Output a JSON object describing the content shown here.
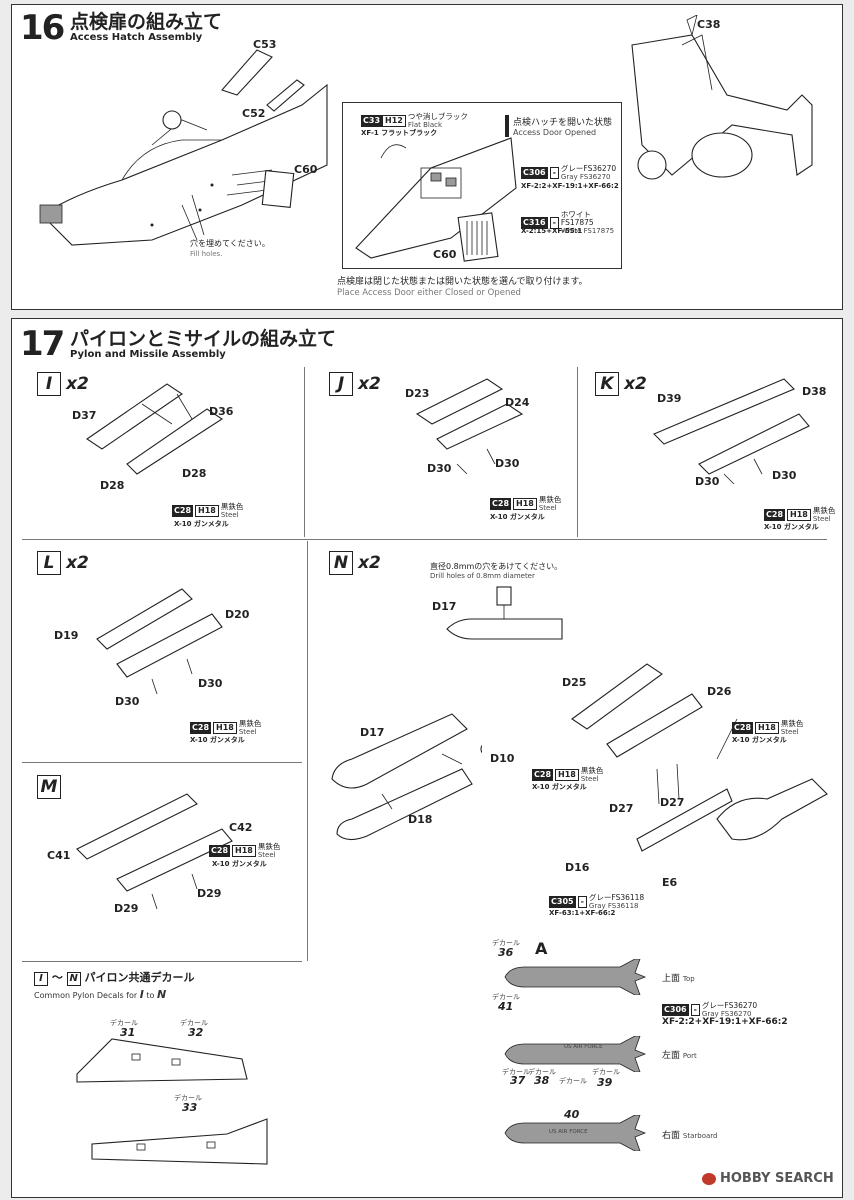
{
  "step16": {
    "number": "16",
    "title_jp": "点検扉の組み立て",
    "title_en": "Access Hatch Assembly",
    "parts": {
      "c53": "C53",
      "c52": "C52",
      "c60": "C60",
      "c60b": "C60",
      "c38": "C38"
    },
    "fill_jp": "穴を埋めてください。",
    "fill_en": "Fill holes.",
    "opened_jp": "点検ハッチを開いた状態",
    "opened_en": "Access Door Opened",
    "c33": {
      "code": "C33",
      "paint": "H12",
      "jp": "つや消しブラック",
      "en": "Flat Black",
      "mix": "XF-1 フラットブラック"
    },
    "c306": {
      "code": "C306",
      "paint": "-",
      "jp": "グレーFS36270",
      "en": "Gray FS36270",
      "mix": "XF-2:2+XF-19:1+XF-66:2"
    },
    "c316": {
      "code": "C316",
      "paint": "-",
      "jp": "ホワイトFS17875",
      "en": "White FS17875",
      "mix": "X-2:15+XF-55:1"
    },
    "place_jp": "点検扉は閉じた状態または開いた状態を選んで取り付けます。",
    "place_en": "Place Access Door either Closed or Opened"
  },
  "step17": {
    "number": "17",
    "title_jp": "パイロンとミサイルの組み立て",
    "title_en": "Pylon and Missile Assembly",
    "steel": {
      "code": "C28",
      "paint": "H18",
      "jp": "黒鉄色",
      "en": "Steel",
      "mix": "X-10 ガンメタル"
    },
    "I": {
      "letter": "I",
      "mult": "x2",
      "a": "D37",
      "b": "D36",
      "c": "D28",
      "d": "D28"
    },
    "J": {
      "letter": "J",
      "mult": "x2",
      "a": "D23",
      "b": "D24",
      "c": "D30",
      "d": "D30"
    },
    "K": {
      "letter": "K",
      "mult": "x2",
      "a": "D39",
      "b": "D38",
      "c": "D30",
      "d": "D30"
    },
    "L": {
      "letter": "L",
      "mult": "x2",
      "a": "D19",
      "b": "D20",
      "c": "D30",
      "d": "D30"
    },
    "M": {
      "letter": "M",
      "a": "C41",
      "b": "C42",
      "c": "D29",
      "d": "D29"
    },
    "N": {
      "letter": "N",
      "mult": "x2",
      "drill_jp": "直径0.8mmの穴をあけてください。",
      "drill_en": "Drill holes of 0.8mm diameter",
      "d17": "D17",
      "d17b": "D17",
      "d10": "D10",
      "d18": "D18",
      "d25": "D25",
      "d26": "D26",
      "d27a": "D27",
      "d27b": "D27",
      "d16": "D16",
      "e6": "E6",
      "c305": {
        "code": "C305",
        "paint": "-",
        "jp": "グレーFS36118",
        "en": "Gray FS36118",
        "mix": "XF-63:1+XF-66:2"
      }
    },
    "common": {
      "title_a": "I",
      "title_b": "N",
      "title_text": "パイロン共通デカール",
      "sub_pre": "Common Pylon Decals for",
      "sub_a": "I",
      "sub_to": "to",
      "sub_b": "N",
      "decal_word": "デカール",
      "d31": "31",
      "d32": "32",
      "d33": "33"
    },
    "missile": {
      "letter": "A",
      "top_jp": "上面",
      "top_en": "Top",
      "port_jp": "左面",
      "port_en": "Port",
      "star_jp": "右面",
      "star_en": "Starboard",
      "decal_word": "デカール",
      "d36": "36",
      "d41": "41",
      "d37": "37",
      "d38": "38",
      "d39": "39",
      "d40": "40",
      "marking": "US AIR FORCE",
      "c306": {
        "code": "C306",
        "paint": "-",
        "jp": "グレーFS36270",
        "en": "Gray FS36270",
        "mix": "XF-2:2+XF-19:1+XF-66:2"
      }
    }
  },
  "watermark": "HOBBY SEARCH"
}
